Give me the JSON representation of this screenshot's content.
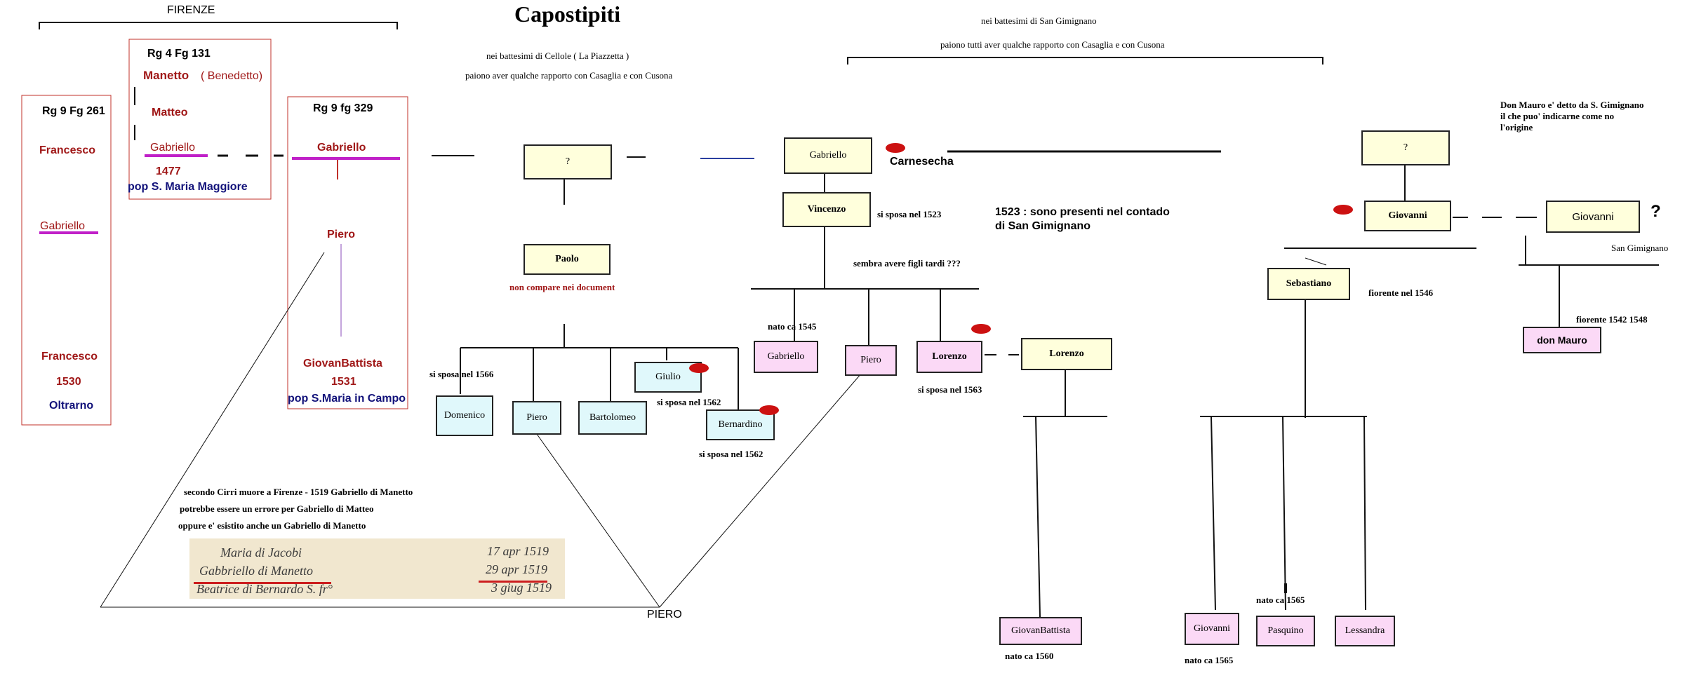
{
  "title": "Capostipiti",
  "florence": {
    "label": "FIRENZE",
    "col1": {
      "header": "Rg 9 Fg 261",
      "n1": "Francesco",
      "n2": "Gabriello",
      "n3": "Francesco",
      "year": "1530",
      "place": "Oltrarno"
    },
    "col2": {
      "header": "Rg 4 Fg 131",
      "n1": "Manetto",
      "n1b": "( Benedetto)",
      "n2": "Matteo",
      "n3": "Gabriello",
      "year": "1477",
      "place": "pop S. Maria Maggiore"
    },
    "col3": {
      "header": "Rg 9 fg 329",
      "n1": "Gabriello",
      "n2": "Piero",
      "n3": "GiovanBattista",
      "year": "1531",
      "place": "pop S.Maria in Campo"
    }
  },
  "cellole": {
    "note1": "nei battesimi di Cellole ( La Piazzetta )",
    "note2": "paiono  aver qualche rapporto con Casaglia  e con Cusona",
    "root": "?",
    "paolo": "Paolo",
    "paolo_note": "non compare nei document",
    "children": [
      {
        "name": "Domenico",
        "note": "si sposa nel 1566"
      },
      {
        "name": "Piero"
      },
      {
        "name": "Bartolomeo"
      },
      {
        "name": "Giulio",
        "note": "si sposa nel 1562"
      },
      {
        "name": "Bernardino",
        "note": "si sposa nel 1562"
      }
    ]
  },
  "sangim": {
    "note1": "nei battesimi di San Gimignano",
    "note2": "paiono tutti aver qualche rapporto con Casaglia  e con Cusona",
    "gabriello": "Gabriello",
    "carnesecha": "Carnesecha",
    "vincenzo": "Vincenzo",
    "vincenzo_note": "si sposa  nel  1523",
    "presence_1": "1523 :  sono presenti nel contado",
    "presence_2": "di San Gimignano",
    "late": "sembra avere figli tardi ???",
    "children": [
      {
        "name": "Gabriello",
        "note": "nato  ca  1545"
      },
      {
        "name": "Piero"
      },
      {
        "name": "Lorenzo",
        "note": "si sposa nel 1563"
      }
    ],
    "lorenzo2": "Lorenzo",
    "giovanbattista": "GiovanBattista",
    "giovanbattista_note": "nato ca 1560"
  },
  "right": {
    "root": "?",
    "giovanni": "Giovanni",
    "sebastiano": "Sebastiano",
    "sebastiano_note": "fiorente nel 1546",
    "giovanni2": "Giovanni",
    "qmark": "?",
    "sangim_label": "San Gimignano",
    "fiorente": "fiorente 1542   1548",
    "don_mauro": "don Mauro",
    "don_note1": "Don Mauro e' detto da S. Gimignano",
    "don_note2": "il che puo' indicarne come no",
    "don_note3": "l'origine",
    "children": [
      {
        "name": "Giovanni",
        "note": "nato  ca  1565"
      },
      {
        "name": "Pasquino",
        "note": "nato  ca  1565"
      },
      {
        "name": "Lessandra"
      }
    ]
  },
  "cirri": {
    "line1": "secondo Cirri   muore a Firenze -    1519    Gabriello di Manetto",
    "line2": "potrebbe essere un errore per   Gabriello di Matteo",
    "line3": "oppure e' esistito       anche      un Gabriello di Manetto"
  },
  "doc": {
    "r1a": "Maria di Jacobi",
    "r1b": "17 apr 1519",
    "r2a": "Gabbriello di Manetto",
    "r2b": "29 apr 1519",
    "r3a": "Beatrice di Bernardo S. fr°",
    "r3b": "3 giug 1519"
  },
  "piero_caption": "PIERO"
}
